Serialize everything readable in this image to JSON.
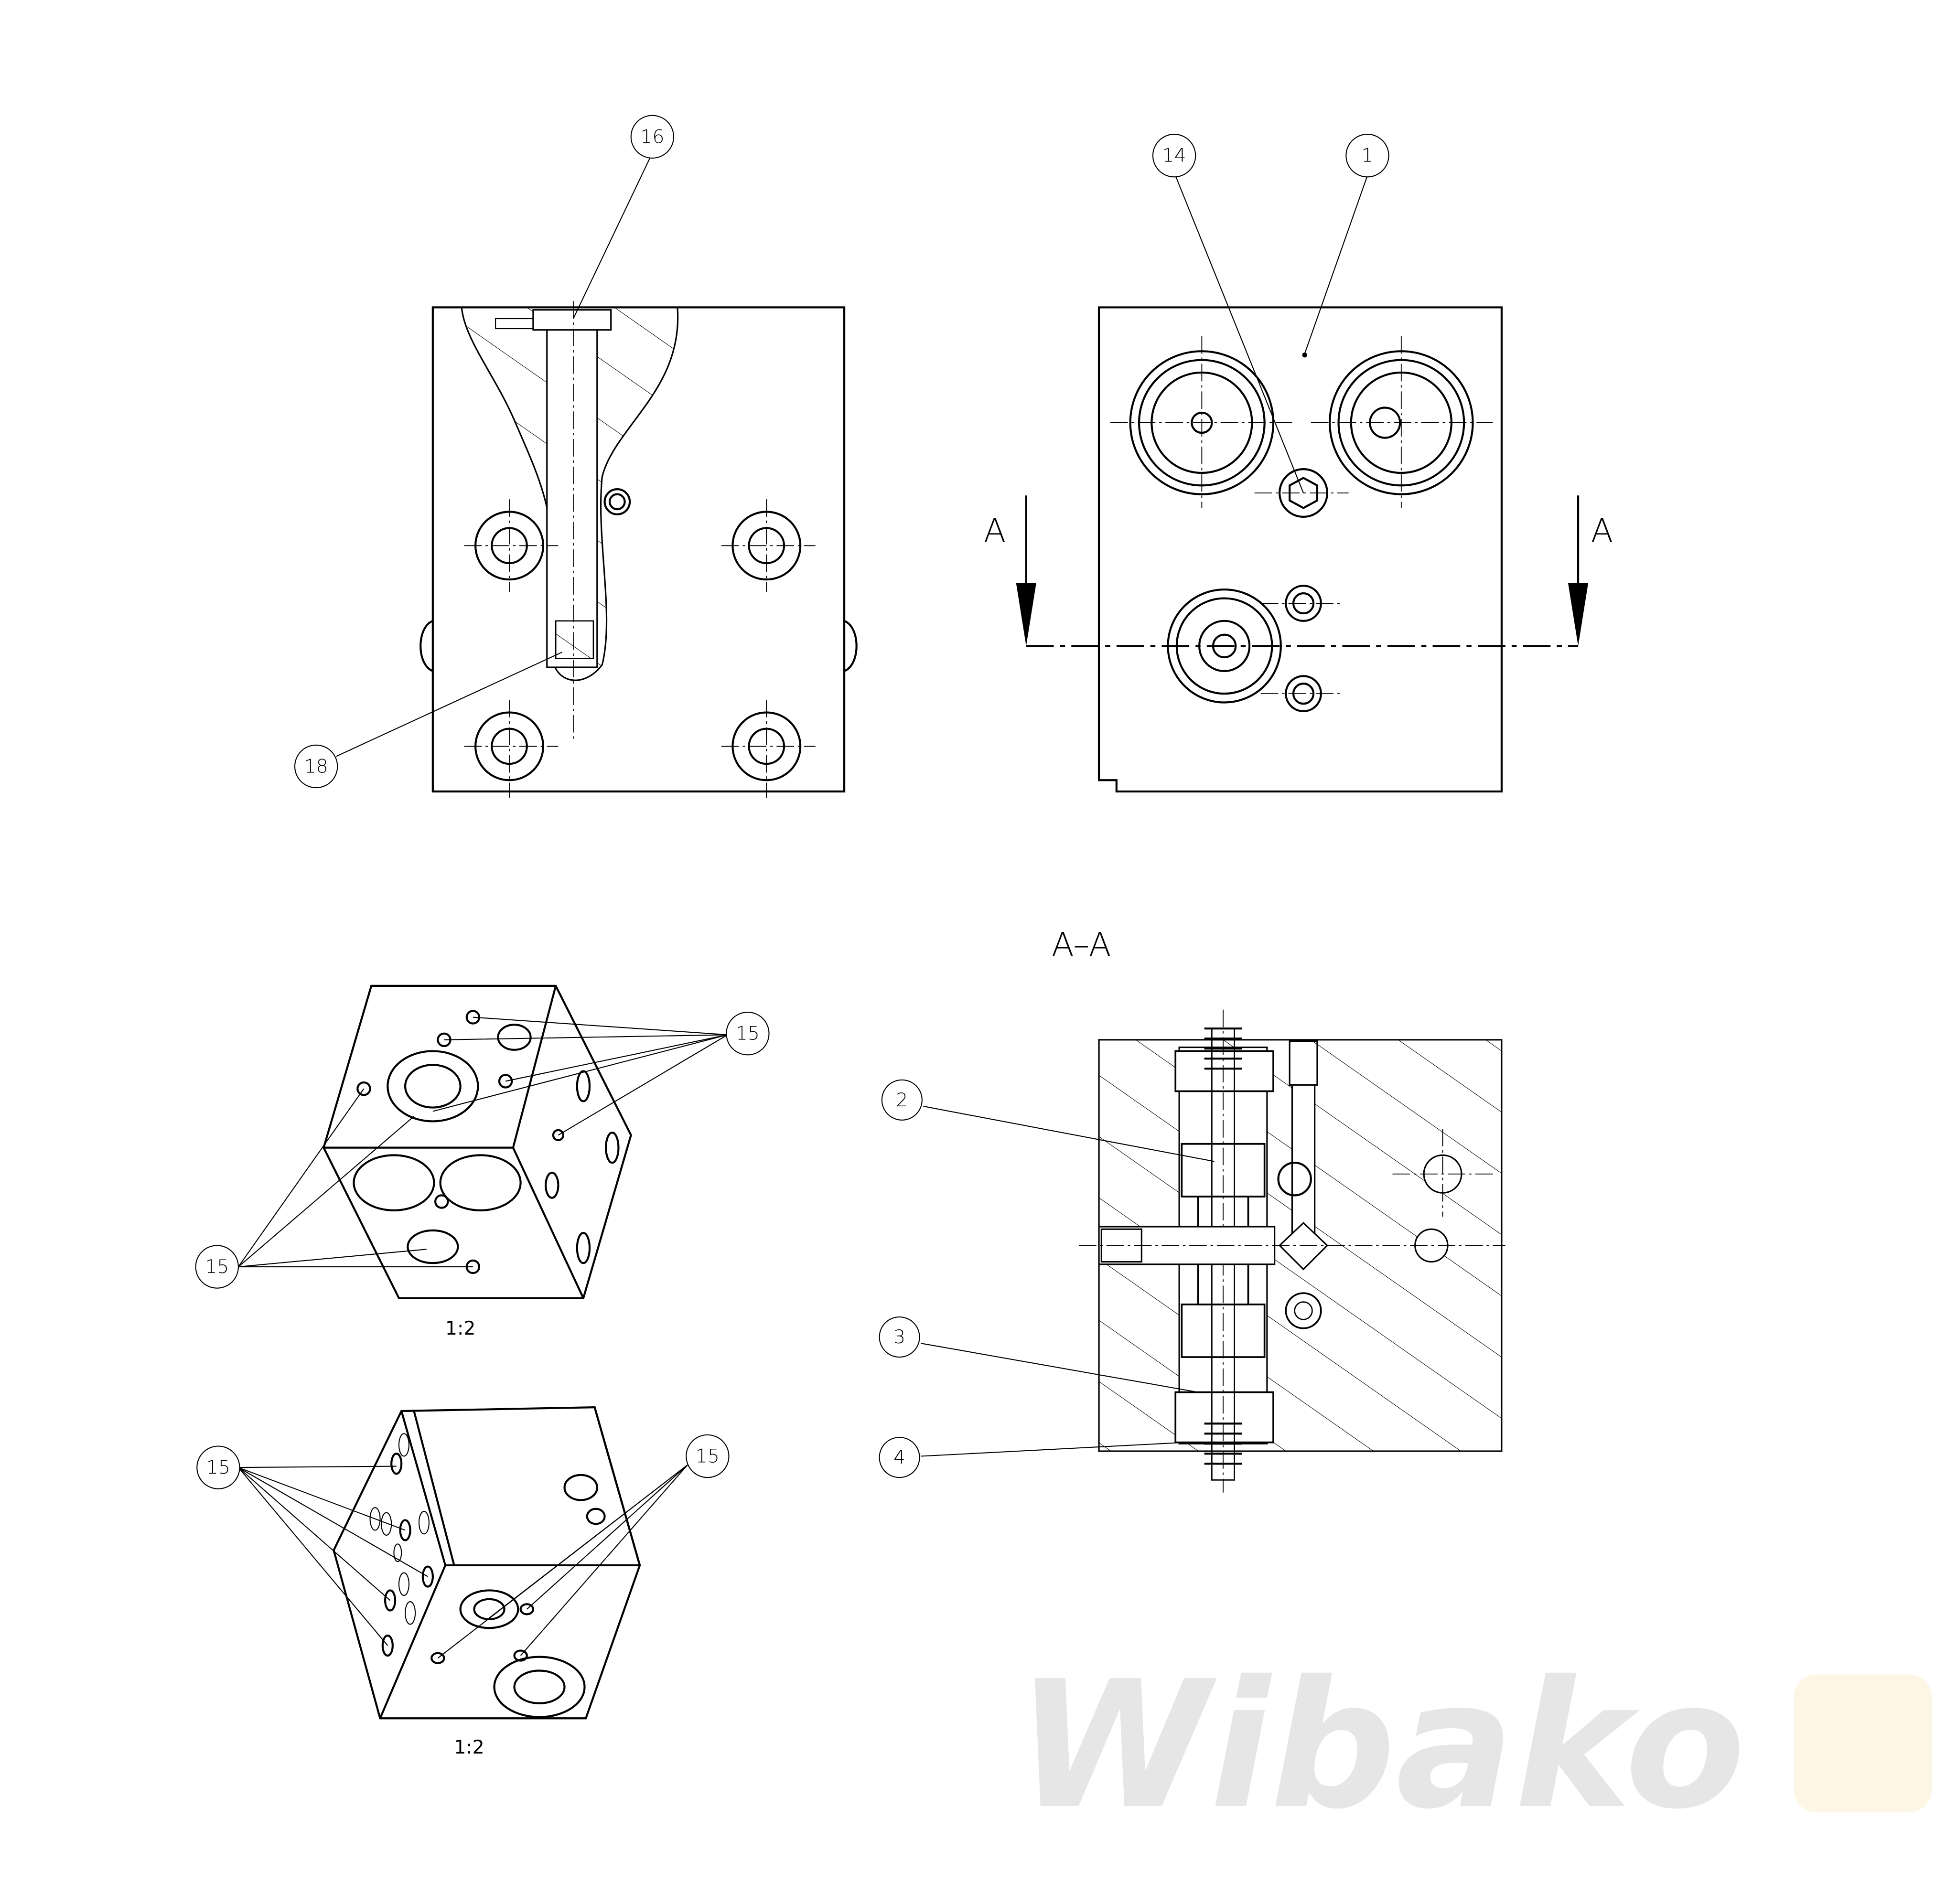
{
  "watermark": "Wibako",
  "views": {
    "front_view": {
      "balloons": [
        "16",
        "18"
      ]
    },
    "top_view": {
      "balloons": [
        "14",
        "1"
      ],
      "section_marks": [
        "A",
        "A"
      ]
    },
    "section_view": {
      "title": "A–A",
      "balloons": [
        "2",
        "3",
        "4"
      ]
    },
    "iso_view_1": {
      "balloons": [
        "15",
        "15"
      ],
      "scale": "1:2"
    },
    "iso_view_2": {
      "balloons": [
        "15",
        "15"
      ],
      "scale": "1:2"
    }
  }
}
